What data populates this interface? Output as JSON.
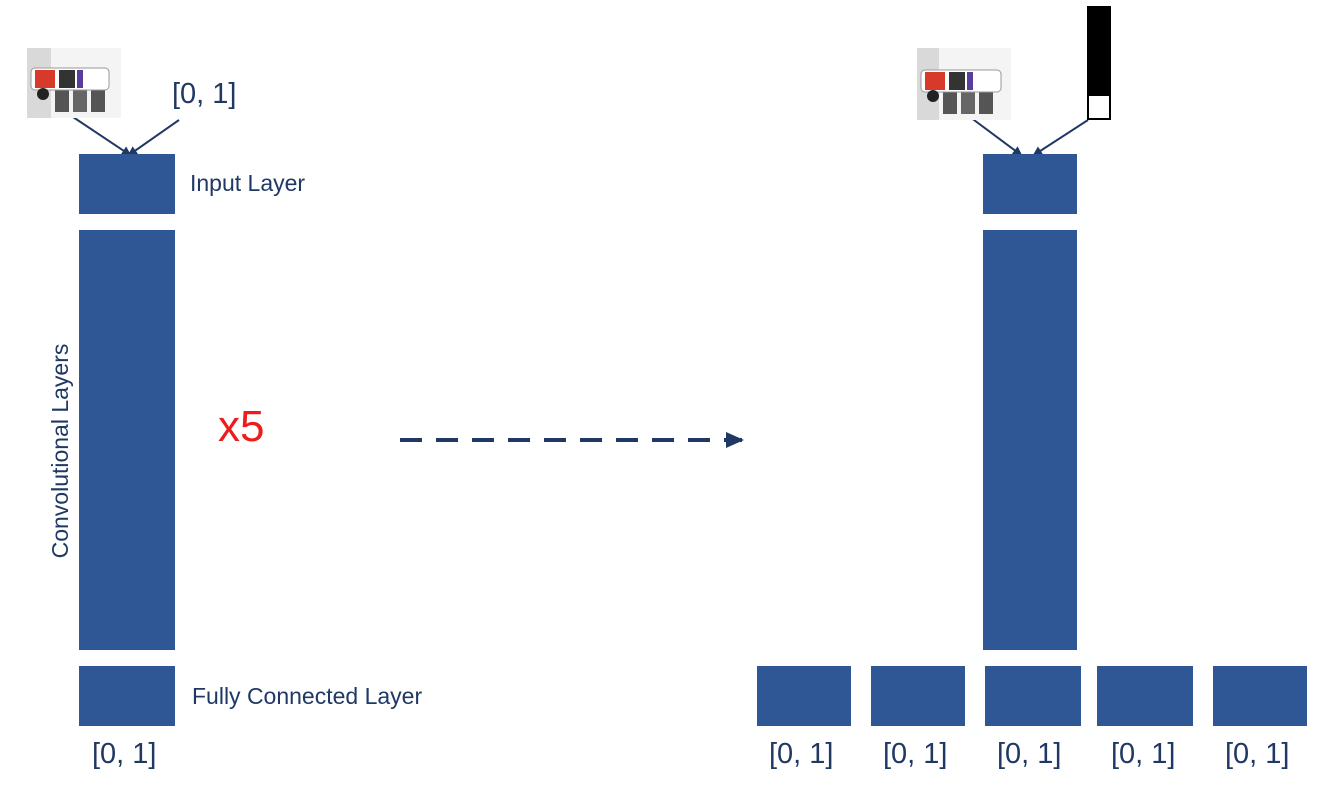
{
  "left_network": {
    "input_range_label": "[0, 1]",
    "input_layer_label": "Input Layer",
    "conv_layers_label": "Convolutional  Layers",
    "fc_layer_label": "Fully Connected Layer",
    "output_label": "[0, 1]",
    "repeat_label": "x5"
  },
  "right_network": {
    "output_labels": [
      "[0, 1]",
      "[0, 1]",
      "[0, 1]",
      "[0, 1]",
      "[0, 1]"
    ]
  },
  "colors": {
    "block": "#2f5795",
    "text": "#1f3864",
    "repeat": "#ee1c1c"
  },
  "icons": [
    "camera-thumbnail-image",
    "arrow-icon",
    "progress-bar-icon"
  ]
}
